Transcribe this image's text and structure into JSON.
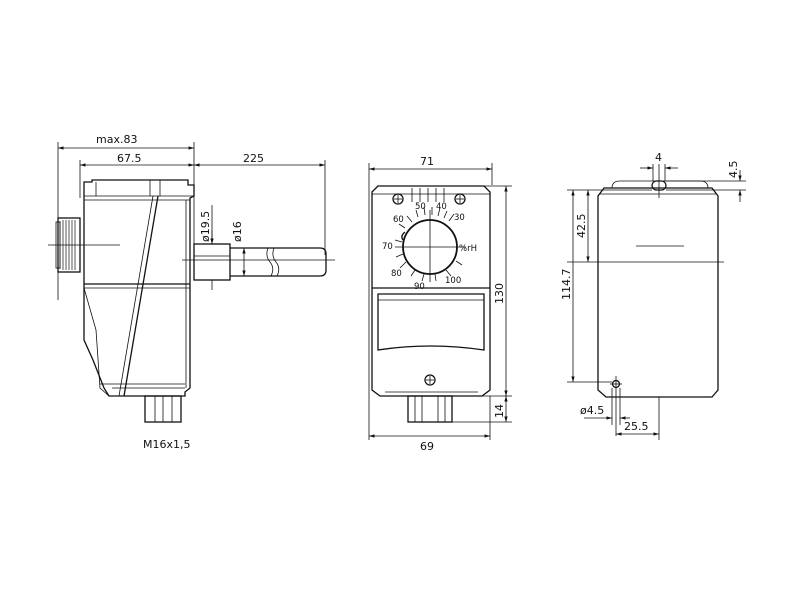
{
  "side_view": {
    "dim_overall_width": "max.83",
    "dim_housing_width": "67.5",
    "dim_probe_length": "225",
    "dim_probe_diameter_base": "ø19.5",
    "dim_probe_diameter": "ø16",
    "thread_label": "M16x1,5"
  },
  "front_view": {
    "dim_width_top": "71",
    "dim_width_bottom": "69",
    "dim_height": "130",
    "dim_gland_height": "14",
    "scale_unit": "%rH",
    "scale_labels": [
      "30",
      "40",
      "50",
      "60",
      "70",
      "80",
      "90",
      "100"
    ]
  },
  "back_view": {
    "dim_slot_width": "4",
    "dim_slot_offset": "4.5",
    "dim_upper_offset": "42.5",
    "dim_hole_spacing": "114.7",
    "dim_hole_diameter": "ø4.5",
    "dim_hole_offset": "25.5"
  }
}
